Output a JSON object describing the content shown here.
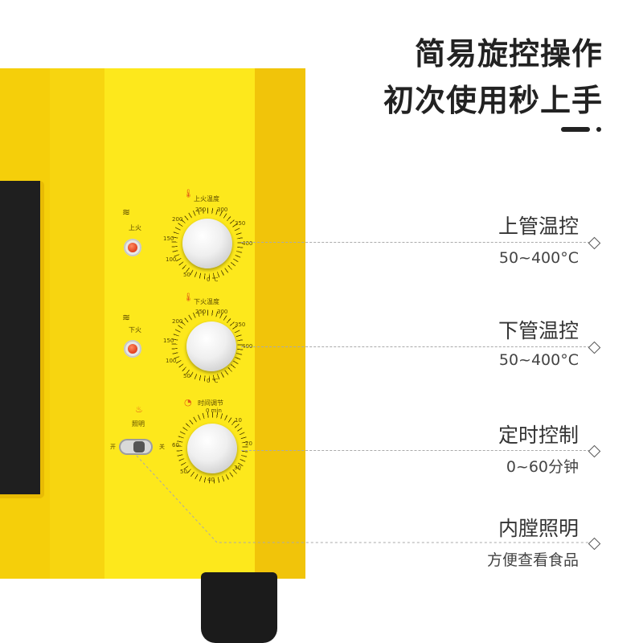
{
  "headline": {
    "line1": "简易旋控操作",
    "line2": "初次使用秒上手"
  },
  "features": [
    {
      "title": "上管温控",
      "subtitle": "50~400°C"
    },
    {
      "title": "下管温控",
      "subtitle": "50~400°C"
    },
    {
      "title": "定时控制",
      "subtitle": "0~60分钟"
    },
    {
      "title": "内膛照明",
      "subtitle": "方便查看食品"
    }
  ],
  "control_panel": {
    "top_heat": {
      "side_label": "上火",
      "dial_title": "上火温度",
      "ticks": [
        "250",
        "300",
        "200",
        "350",
        "150",
        "400",
        "100",
        "50",
        "0 ℃"
      ]
    },
    "bottom_heat": {
      "side_label": "下火",
      "dial_title": "下火温度",
      "ticks": [
        "250",
        "300",
        "200",
        "350",
        "150",
        "400",
        "100",
        "50",
        "0 ℃"
      ]
    },
    "timer": {
      "dial_title": "时间调节",
      "ticks": [
        "0 min",
        "10",
        "60",
        "20",
        "50",
        "30",
        "40"
      ]
    },
    "light": {
      "side_label": "照明",
      "on_label": "开",
      "off_label": "关"
    }
  },
  "colors": {
    "oven_body": "#f5cf0a",
    "panel": "#fde81c",
    "indicator_lamp": "#d41e00"
  }
}
